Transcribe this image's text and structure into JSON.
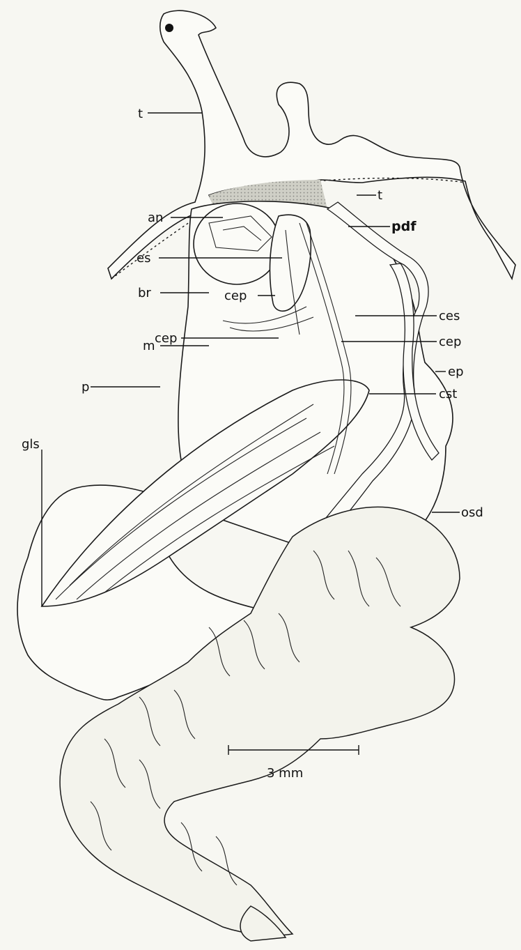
{
  "labels": {
    "t_upper": "t",
    "t_right": "t",
    "an": "an",
    "pdf": "pdf",
    "es": "es",
    "br": "br",
    "cep_inner": "cep",
    "ces": "ces",
    "cep_left": "cep",
    "cep_right": "cep",
    "m": "m",
    "ep": "ep",
    "p": "p",
    "cst": "cst",
    "gls": "gls",
    "osd": "osd"
  },
  "scale_bar": {
    "label": "3 mm"
  }
}
